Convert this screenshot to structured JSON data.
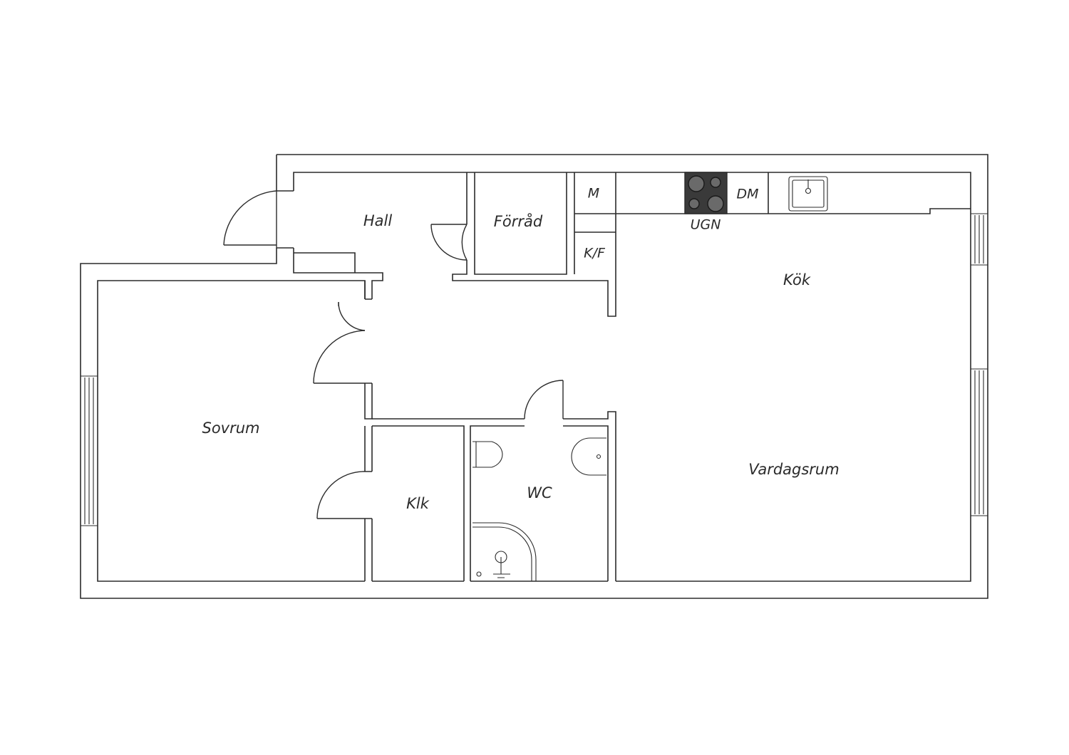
{
  "rooms": {
    "hall": "Hall",
    "forrad": "Förråd",
    "kok": "Kök",
    "sovrum": "Sovrum",
    "klk": "Klk",
    "wc": "WC",
    "vardagsrum": "Vardagsrum"
  },
  "fixtures": {
    "microwave": "M",
    "fridge_freezer": "K/F",
    "oven": "UGN",
    "dishwasher": "DM"
  },
  "colors": {
    "line": "#2b2b2b",
    "cooktop": "#3a3a3a"
  }
}
